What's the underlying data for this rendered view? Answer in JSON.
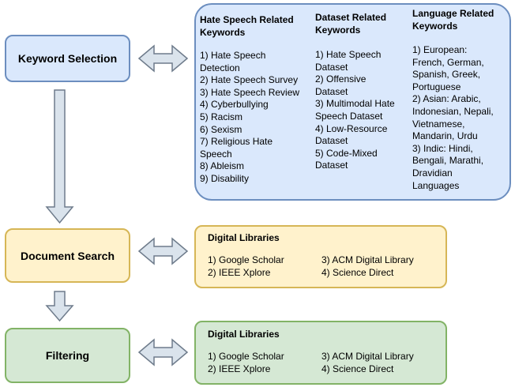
{
  "steps": {
    "keyword_selection": "Keyword Selection",
    "document_search": "Document Search",
    "filtering": "Filtering"
  },
  "keywords_panel": {
    "hate_speech": {
      "title": [
        "Hate Speech Related",
        "Keywords"
      ],
      "items": [
        "1) Hate Speech",
        "Detection",
        "2) Hate Speech Survey",
        "3) Hate Speech Review",
        "4) Cyberbullying",
        "5) Racism",
        "6) Sexism",
        "7) Religious Hate",
        "Speech",
        "8) Ableism",
        "9) Disability"
      ]
    },
    "dataset": {
      "title": [
        "Dataset Related",
        "Keywords"
      ],
      "items": [
        "1) Hate Speech",
        "Dataset",
        "2) Offensive",
        "Dataset",
        "3) Multimodal Hate",
        "Speech Dataset",
        "4) Low-Resource",
        "Dataset",
        "5) Code-Mixed",
        "Dataset"
      ]
    },
    "language": {
      "title": [
        "Language Related",
        "Keywords"
      ],
      "items": [
        "1) European:",
        "French, German,",
        "Spanish, Greek,",
        "Portuguese",
        "2) Asian: Arabic,",
        "Indonesian, Nepali,",
        "Vietnamese,",
        "Mandarin, Urdu",
        "3) Indic: Hindi,",
        "Bengali, Marathi,",
        "Dravidian",
        "Languages"
      ]
    }
  },
  "search_panel": {
    "title": "Digital Libraries",
    "left": [
      "1) Google Scholar",
      "2) IEEE Xplore"
    ],
    "right": [
      "3) ACM Digital Library",
      "4) Science Direct"
    ]
  },
  "filter_panel": {
    "title": "Digital Libraries",
    "left": [
      "1) Google Scholar",
      "2) IEEE Xplore"
    ],
    "right": [
      "3) ACM Digital Library",
      "4) Science Direct"
    ]
  },
  "colors": {
    "blue_fill": "#dae8fc",
    "blue_stroke": "#6c8ebf",
    "yellow_fill": "#fff2cc",
    "yellow_stroke": "#d6b656",
    "green_fill": "#d5e8d4",
    "green_stroke": "#82b366",
    "arrow_fill": "#dae3ec",
    "arrow_stroke": "#6e7b8b"
  }
}
